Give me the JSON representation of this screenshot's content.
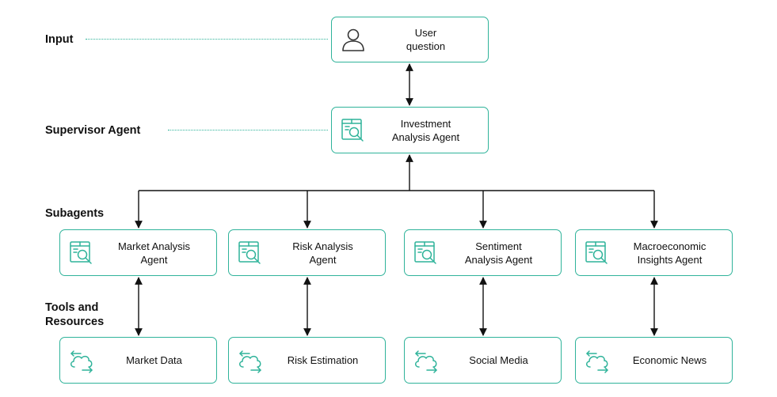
{
  "rows": {
    "input": "Input",
    "supervisor": "Supervisor Agent",
    "subagents": "Subagents",
    "tools_line1": "Tools and",
    "tools_line2": "Resources"
  },
  "nodes": {
    "user": {
      "label": "User\nquestion",
      "icon": "user-icon"
    },
    "supervisor": {
      "label": "Investment\nAnalysis Agent",
      "icon": "document-search-icon"
    },
    "subagents": [
      {
        "label": "Market Analysis\nAgent",
        "icon": "document-search-icon"
      },
      {
        "label": "Risk Analysis\nAgent",
        "icon": "document-search-icon"
      },
      {
        "label": "Sentiment\nAnalysis Agent",
        "icon": "document-search-icon"
      },
      {
        "label": "Macroeconomic\nInsights Agent",
        "icon": "document-search-icon"
      }
    ],
    "tools": [
      {
        "label": "Market Data",
        "icon": "cloud-transfer-icon"
      },
      {
        "label": "Risk Estimation",
        "icon": "cloud-transfer-icon"
      },
      {
        "label": "Social Media",
        "icon": "cloud-transfer-icon"
      },
      {
        "label": "Economic News",
        "icon": "cloud-transfer-icon"
      }
    ]
  },
  "colors": {
    "accent": "#2fb39a",
    "line": "#111111"
  }
}
